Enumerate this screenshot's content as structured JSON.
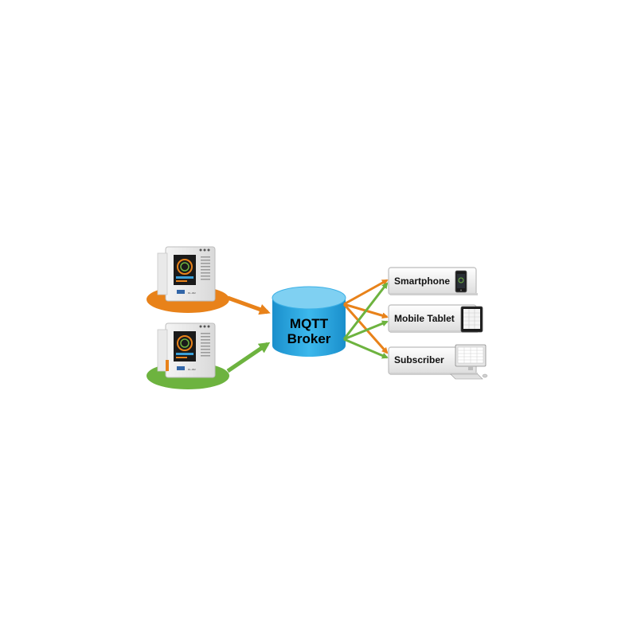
{
  "broker": {
    "line1": "MQTT",
    "line2": "Broker"
  },
  "publishers": [
    {
      "id": "device-top",
      "model": "DL-302",
      "accent_color": "#e8821a"
    },
    {
      "id": "device-bottom",
      "model": "DL-302",
      "accent_color": "#6db33f"
    }
  ],
  "subscribers": [
    {
      "label": "Smartphone",
      "icon": "smartphone-icon"
    },
    {
      "label": "Mobile Tablet",
      "icon": "tablet-icon"
    },
    {
      "label": "Subscriber",
      "icon": "computer-icon"
    }
  ],
  "colors": {
    "orange_flow": "#e8821a",
    "green_flow": "#6db33f",
    "broker_fill": "#29a9e0",
    "broker_top": "#7fd0f2"
  }
}
